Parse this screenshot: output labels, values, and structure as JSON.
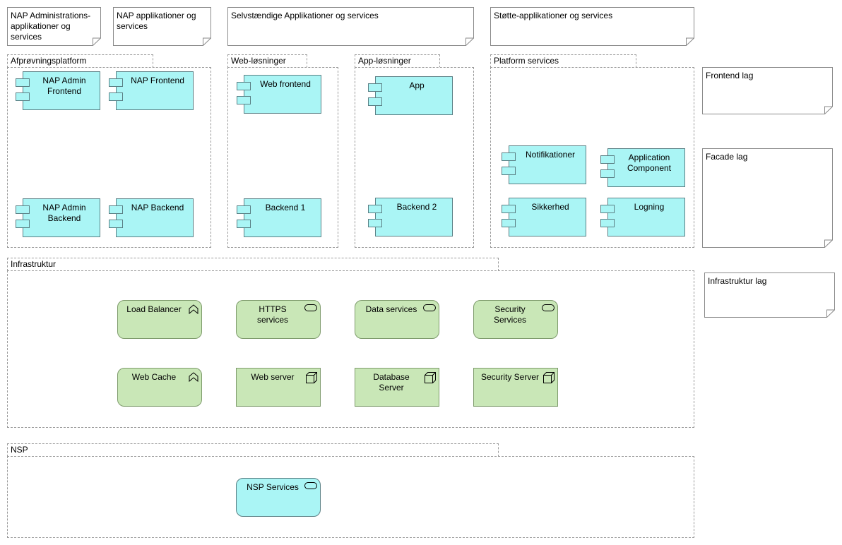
{
  "notes": {
    "nap_admin": "NAP Administrations-\napplikationer og\nservices",
    "nap_apps": "NAP applikationer og\nservices",
    "standalone": "Selvstændige Applikationer og services",
    "support": "Støtte-applikationer og services",
    "frontend_layer": "Frontend lag",
    "facade_layer": "Facade lag",
    "infra_layer": "Infrastruktur lag"
  },
  "groups": {
    "test_platform": "Afprøvningsplatform",
    "web_solutions": "Web-løsninger",
    "app_solutions": "App-løsninger",
    "platform_services": "Platform services",
    "infrastructure": "Infrastruktur",
    "nsp": "NSP"
  },
  "components": {
    "nap_admin_frontend": "NAP Admin\nFrontend",
    "nap_frontend": "NAP Frontend",
    "nap_admin_backend": "NAP Admin\nBackend",
    "nap_backend": "NAP Backend",
    "web_frontend": "Web frontend",
    "backend_1": "Backend 1",
    "app": "App",
    "backend_2": "Backend 2",
    "notifications": "Notifikationer",
    "application_component": "Application\nComponent",
    "security": "Sikkerhed",
    "logging": "Logning"
  },
  "tech": {
    "load_balancer": "Load Balancer",
    "https_services": "HTTPS\nservices",
    "data_services": "Data services",
    "security_services": "Security\nServices",
    "web_cache": "Web Cache",
    "web_server": "Web server",
    "database_server": "Database\nServer",
    "security_server": "Security Server",
    "nsp_services": "NSP Services"
  },
  "icons": {
    "component": "component-icon",
    "system_software": "system-software-icon",
    "technology_service": "technology-service-icon",
    "node": "node-icon"
  },
  "colors": {
    "application": "#aaf5f5",
    "technology": "#c9e7b7",
    "group_border": "#9a9a9a"
  }
}
